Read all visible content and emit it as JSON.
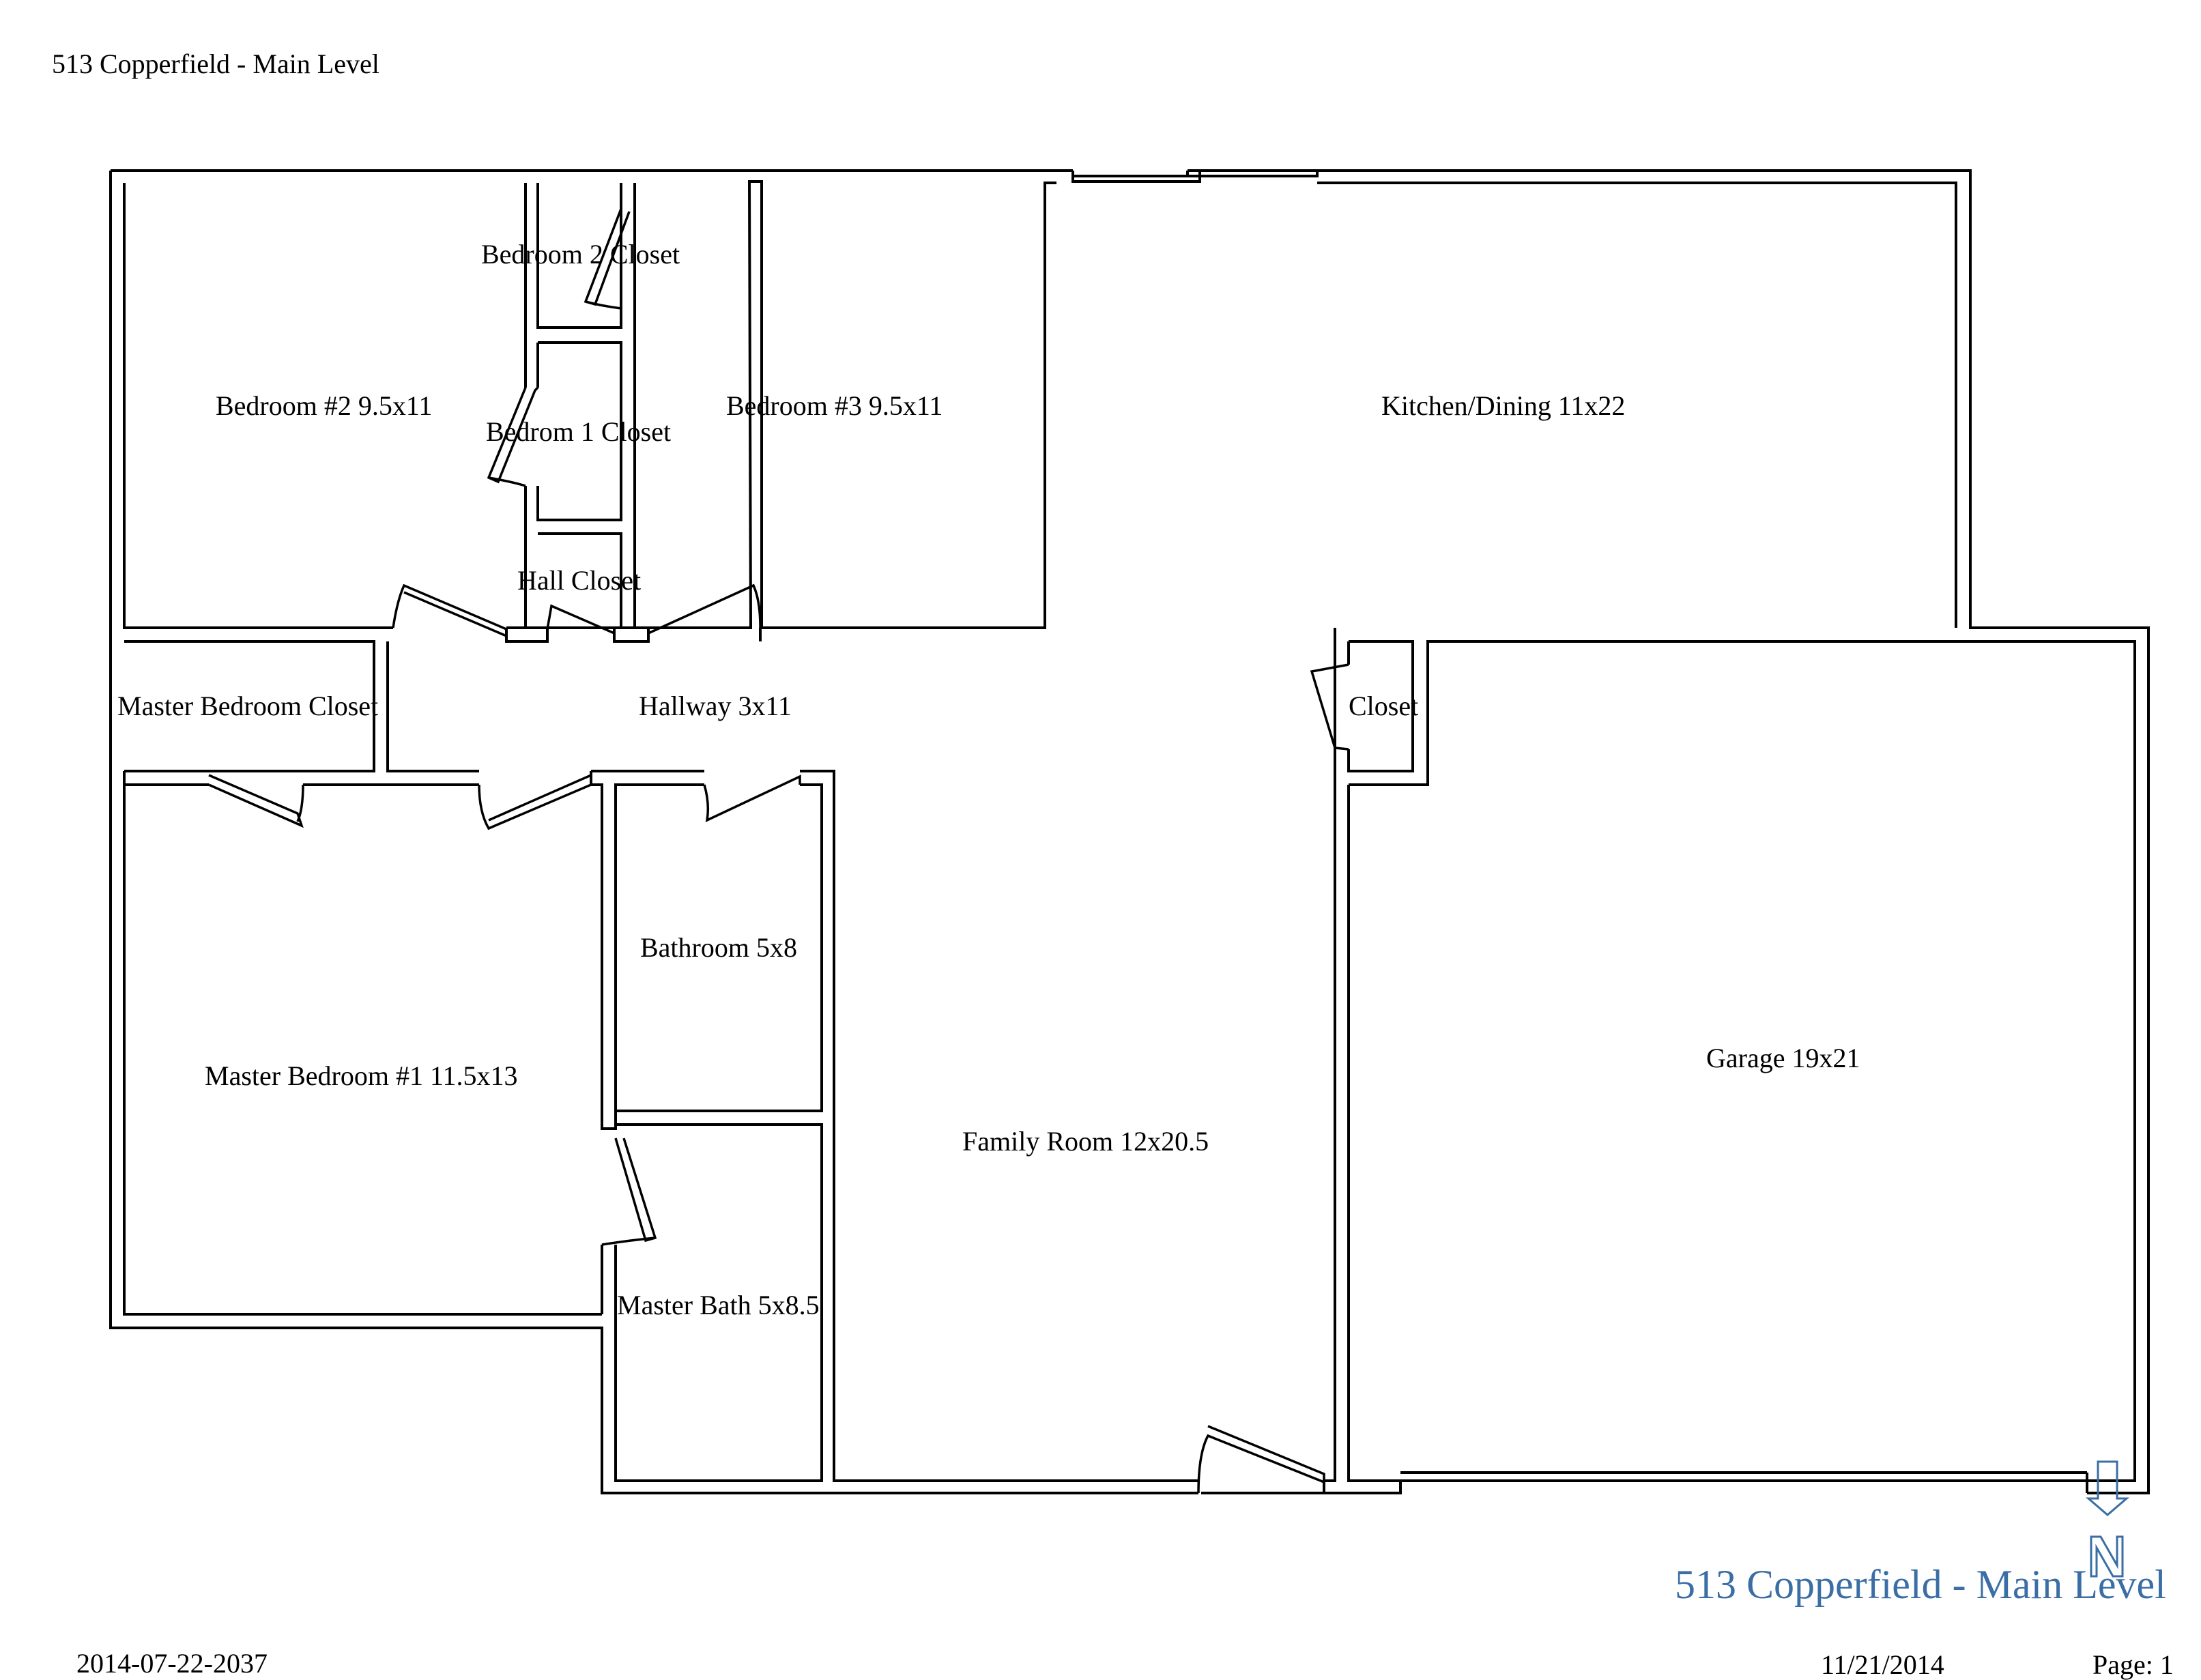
{
  "header": {
    "title": "513 Copperfield - Main Level"
  },
  "plan": {
    "title": "513 Copperfield - Main Level",
    "north_label": "N",
    "rooms": {
      "bedroom2": "Bedroom #2 9.5x11",
      "bedroom2_closet": "Bedroom 2 Closet",
      "bedroom1_closet": "Bedrom 1 Closet",
      "bedroom3": "Bedroom #3 9.5x11",
      "kitchen_dining": "Kitchen/Dining 11x22",
      "hall_closet": "Hall Closet",
      "master_bedroom_closet": "Master Bedroom Closet",
      "hallway": "Hallway 3x11",
      "closet": "Closet",
      "bathroom": "Bathroom 5x8",
      "master_bedroom": "Master Bedroom #1 11.5x13",
      "family_room": "Family Room 12x20.5",
      "garage": "Garage 19x21",
      "master_bath": "Master Bath 5x8.5"
    },
    "accent_color": "#3a6ea5"
  },
  "footer": {
    "doc_id": "2014-07-22-2037",
    "date": "11/21/2014",
    "page": "Page: 1"
  }
}
